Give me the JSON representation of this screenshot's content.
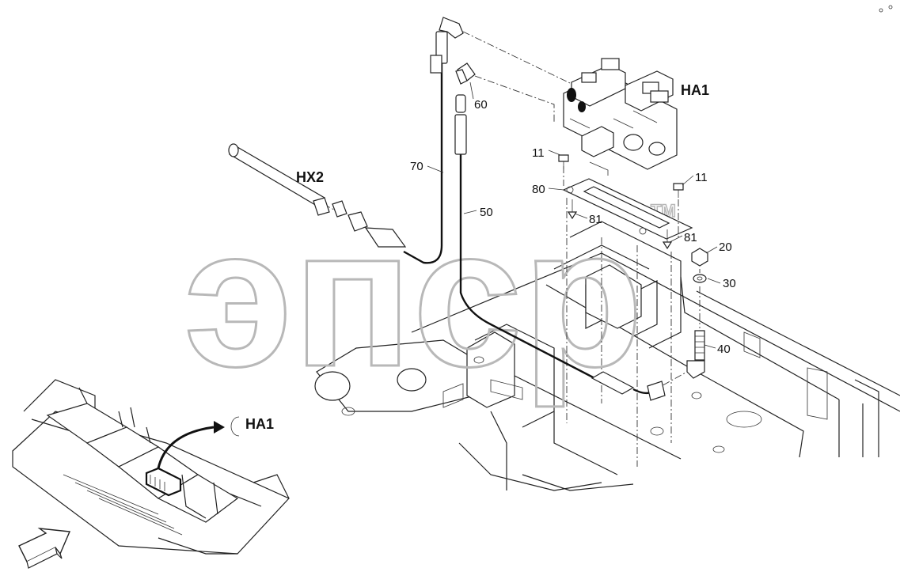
{
  "labels": {
    "ha1_top": "HA1",
    "ha1_inset": "HA1",
    "hx2": "HX2",
    "p11a": "11",
    "p11b": "11",
    "p80": "80",
    "p81a": "81",
    "p81b": "81",
    "p70": "70",
    "p50": "50",
    "p60": "60",
    "p20": "20",
    "p30": "30",
    "p40": "40"
  },
  "watermark": {
    "text": "эпср",
    "tm": "TM"
  }
}
